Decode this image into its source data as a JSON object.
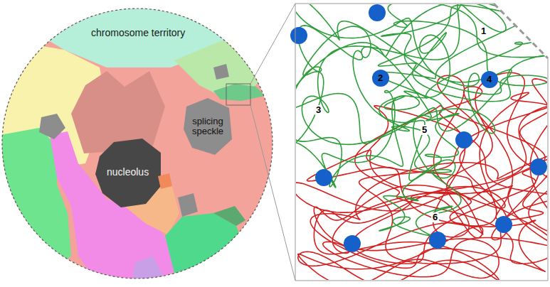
{
  "diagram": {
    "labels": [
      "chromosome territory",
      "splicing speckle",
      "nucleolus",
      "1",
      "2",
      "3",
      "4",
      "5",
      "6"
    ]
  }
}
